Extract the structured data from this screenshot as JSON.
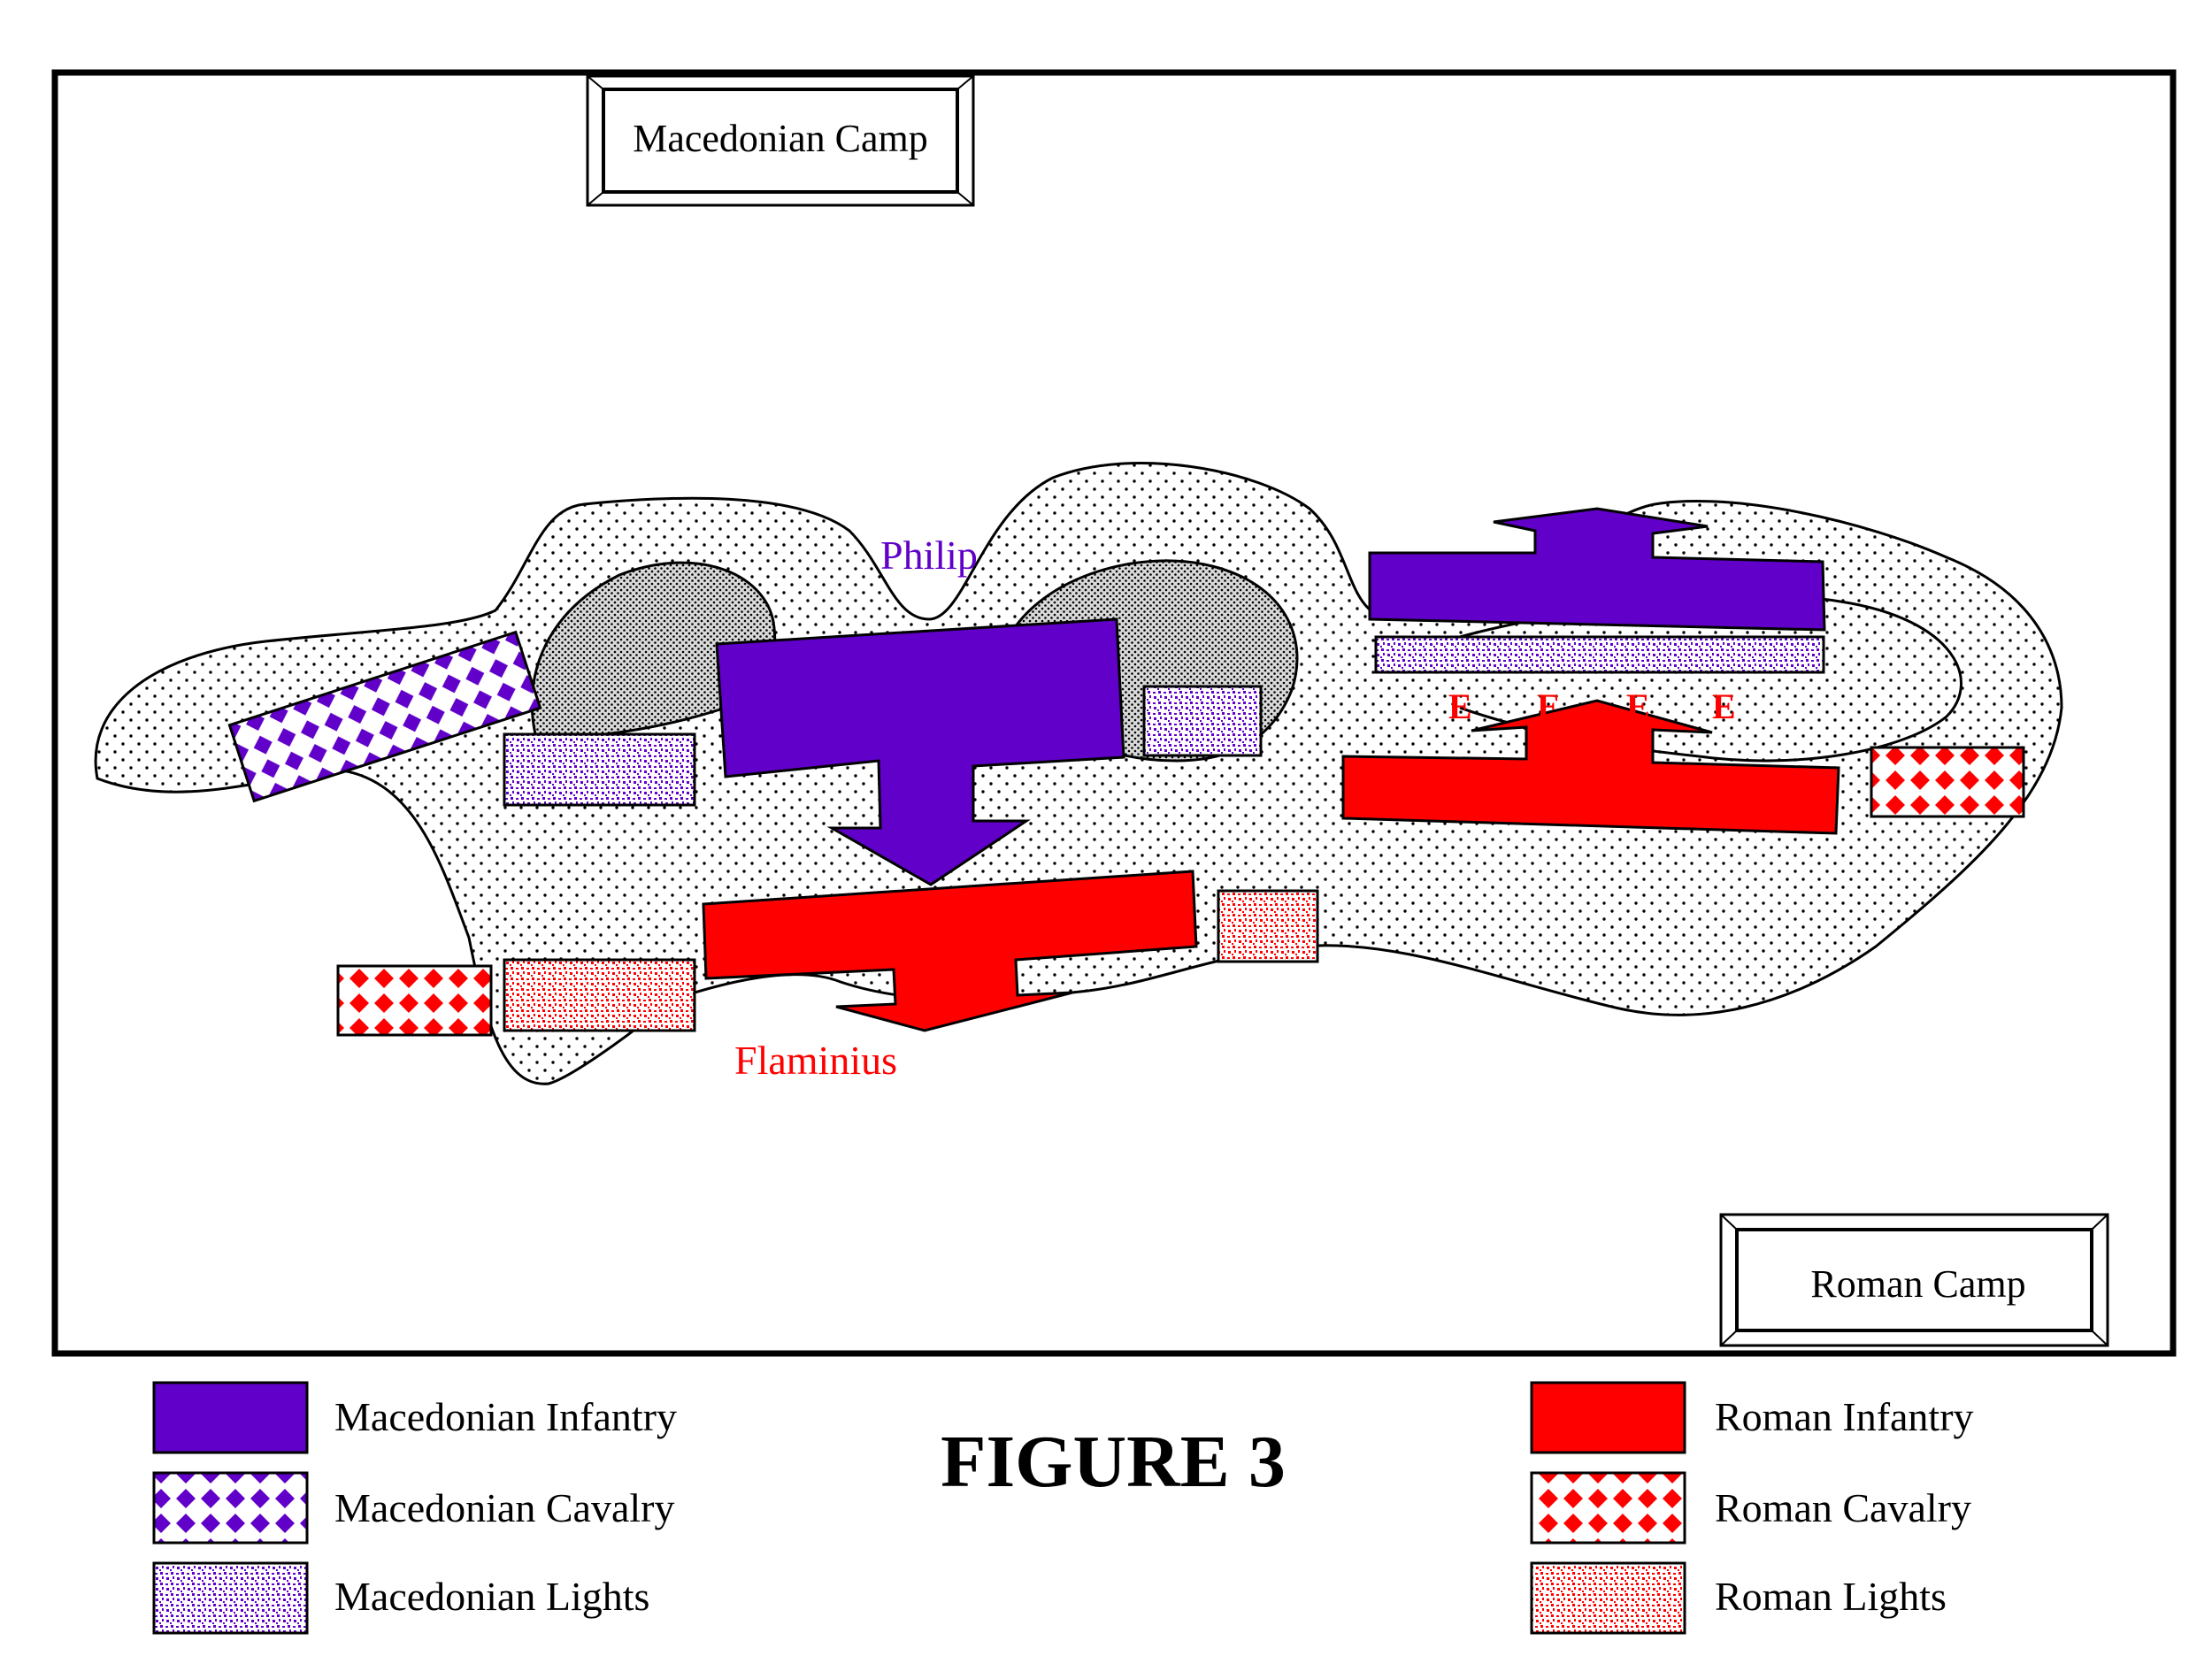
{
  "title": "FIGURE 3",
  "camps": {
    "macedonian": "Macedonian Camp",
    "roman": "Roman Camp"
  },
  "commanders": {
    "philip": "Philip",
    "flaminius": "Flaminius"
  },
  "elephant_marker": "E",
  "legend": {
    "macedonian_infantry": "Macedonian Infantry",
    "macedonian_cavalry": "Macedonian Cavalry",
    "macedonian_lights": "Macedonian Lights",
    "roman_infantry": "Roman Infantry",
    "roman_cavalry": "Roman Cavalry",
    "roman_lights": "Roman Lights"
  },
  "colors": {
    "macedonian": "#6000c8",
    "roman": "#ff0000",
    "outline": "#000000",
    "hill_dots": "#000000"
  }
}
